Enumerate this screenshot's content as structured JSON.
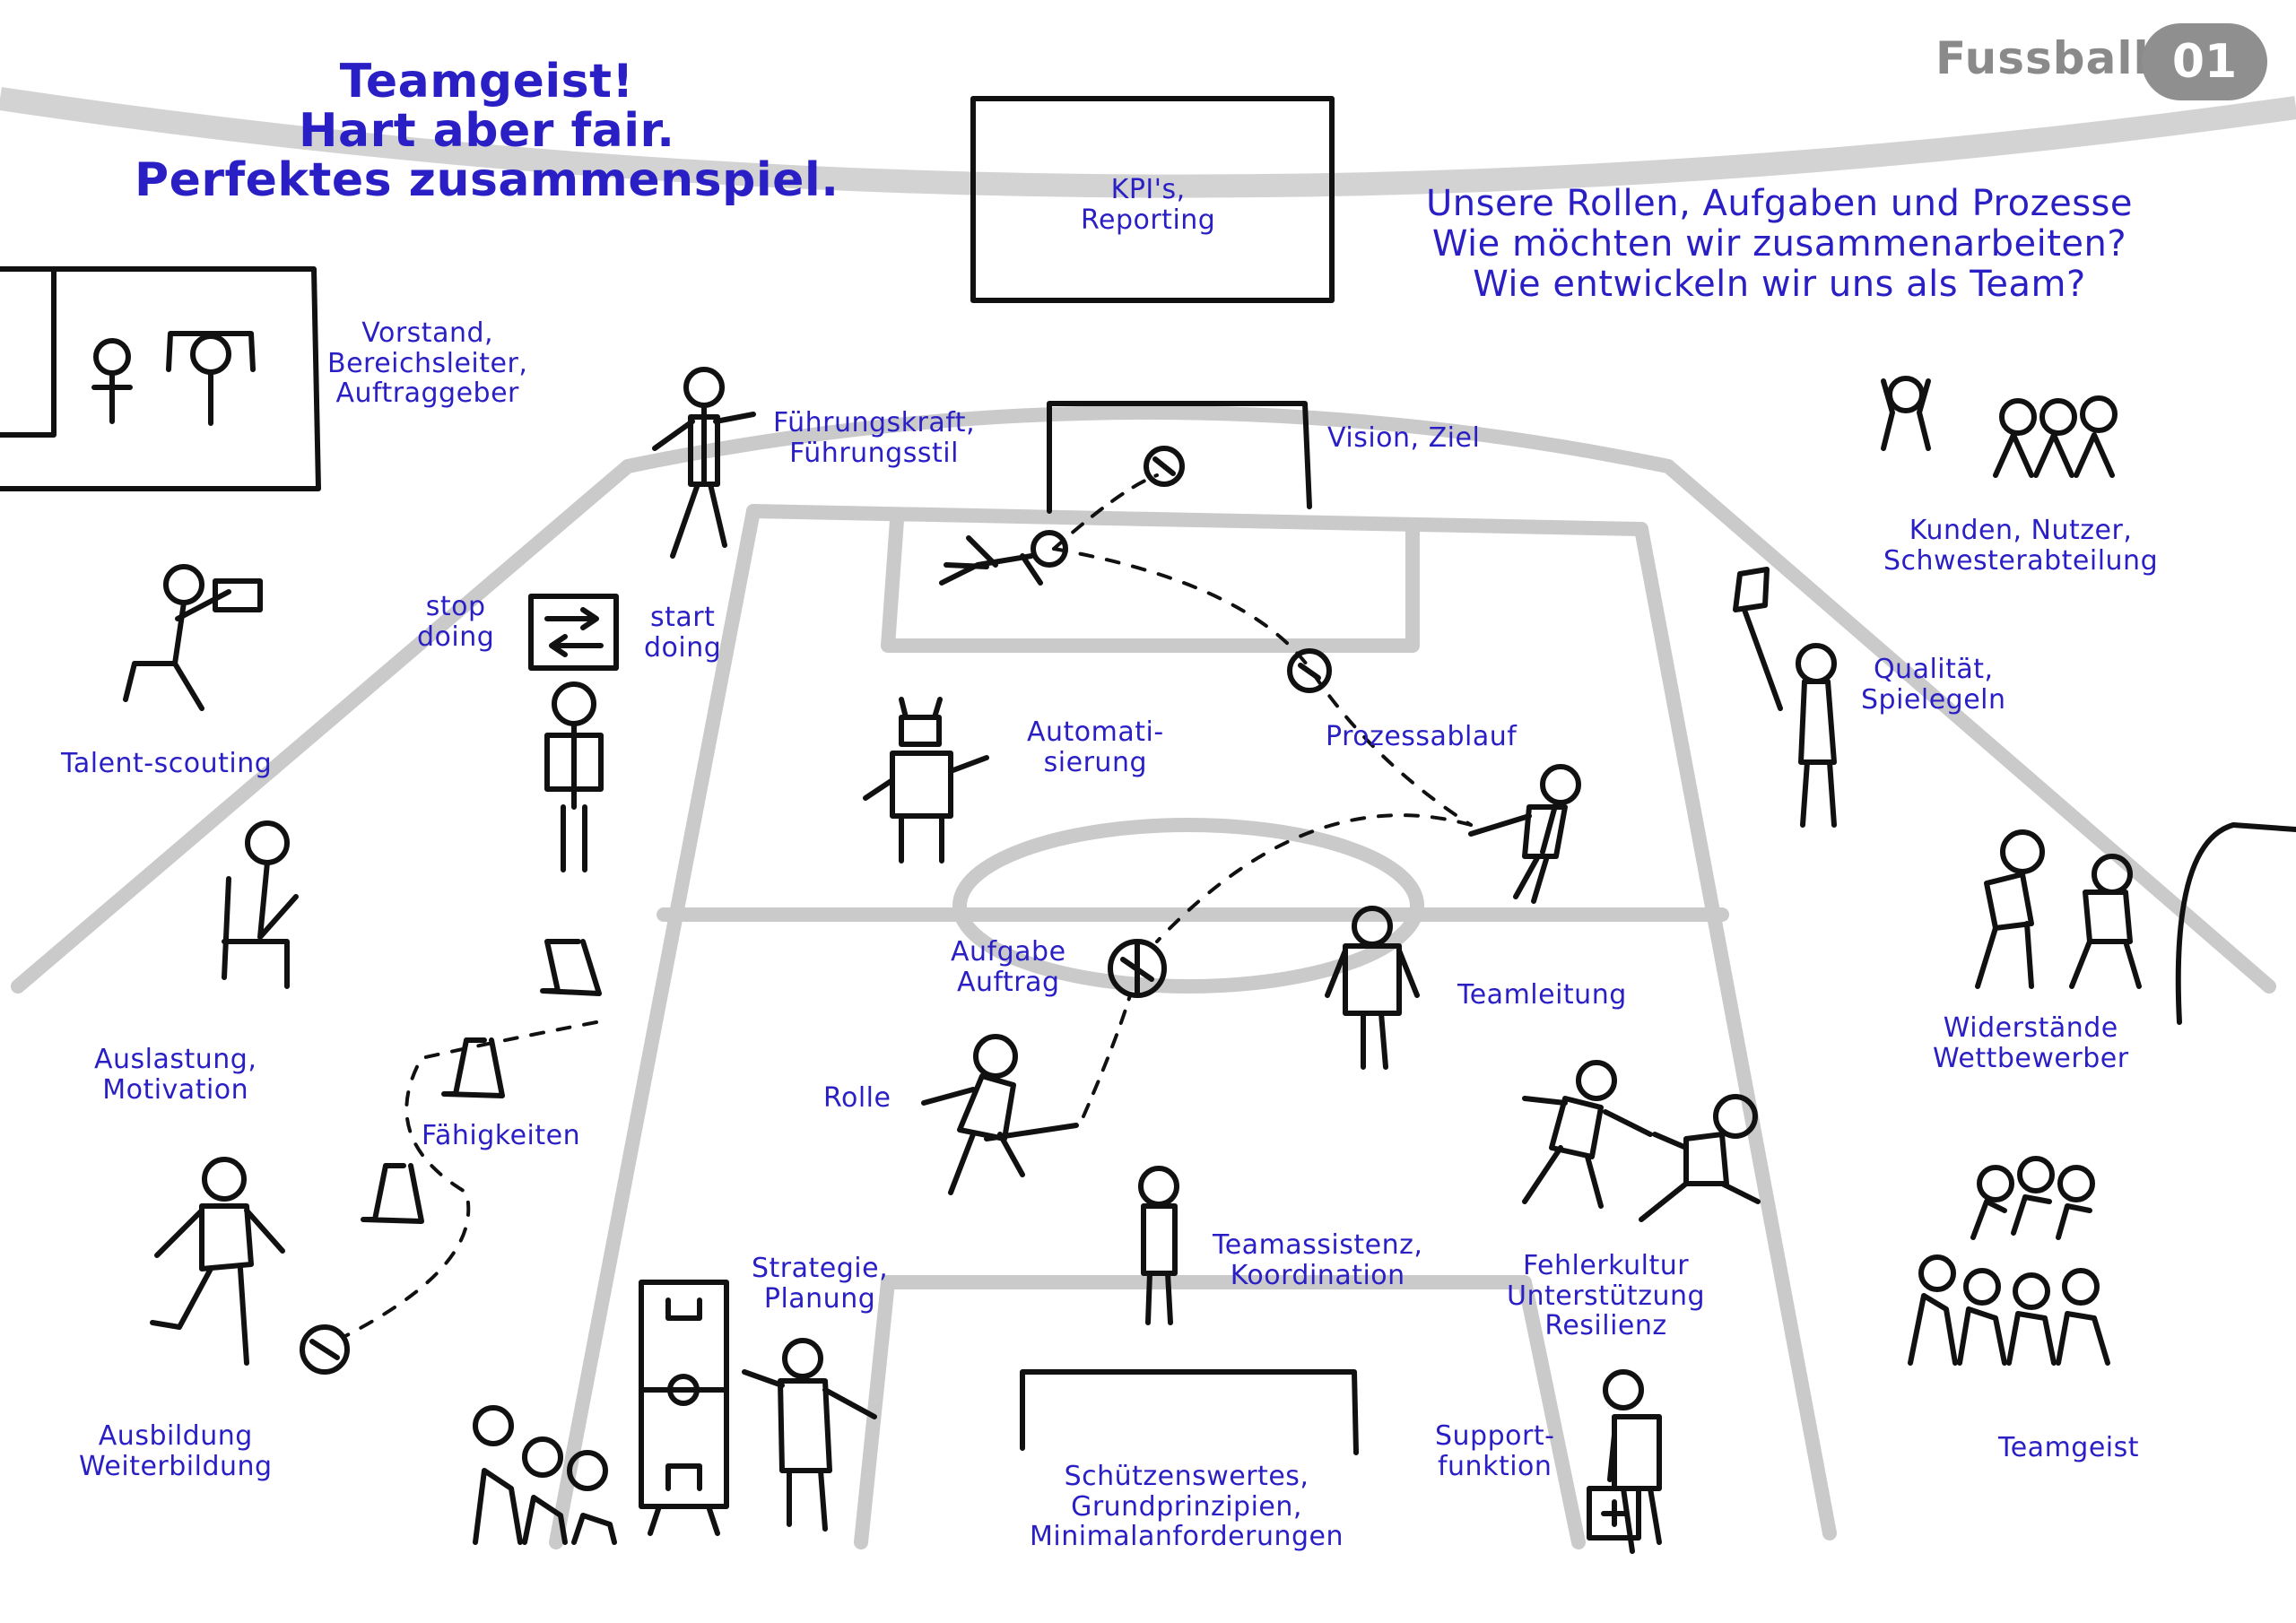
{
  "header": {
    "title": "Fussball",
    "number": "01",
    "slogan": [
      "Teamgeist!",
      "Hart aber fair.",
      "Perfektes zusammenspiel."
    ],
    "questions": [
      "Unsere Rollen, Aufgaben und Prozesse",
      "Wie möchten wir zusammenarbeiten?",
      "Wie entwickeln wir uns als Team?"
    ]
  },
  "labels": {
    "kpi": [
      "KPI's,",
      "Reporting"
    ],
    "vorstand": [
      "Vorstand,",
      "Bereichsleiter,",
      "Auftraggeber"
    ],
    "fuehrung": [
      "Führungskraft,",
      "Führungsstil"
    ],
    "vision": [
      "Vision, Ziel"
    ],
    "kunden": [
      "Kunden, Nutzer,",
      "Schwesterabteilung"
    ],
    "stop": [
      "stop",
      "doing"
    ],
    "start": [
      "start",
      "doing"
    ],
    "talent": [
      "Talent-scouting"
    ],
    "qualitaet": [
      "Qualität,",
      "Spielegeln"
    ],
    "automatisierung": [
      "Automati-",
      "sierung"
    ],
    "prozess": [
      "Prozessablauf"
    ],
    "aufgabe": [
      "Aufgabe",
      "Auftrag"
    ],
    "teamleitung": [
      "Teamleitung"
    ],
    "widerstaende": [
      "Widerstände",
      "Wettbewerber"
    ],
    "auslastung": [
      "Auslastung,",
      "Motivation"
    ],
    "rolle": [
      "Rolle"
    ],
    "faehigkeiten": [
      "Fähigkeiten"
    ],
    "teamassistenz": [
      "Teamassistenz,",
      "Koordination"
    ],
    "fehlerkultur": [
      "Fehlerkultur",
      "Unterstützung",
      "Resilienz"
    ],
    "strategie": [
      "Strategie,",
      "Planung"
    ],
    "ausbildung": [
      "Ausbildung",
      "Weiterbildung"
    ],
    "support": [
      "Support-",
      "funktion"
    ],
    "teamgeist": [
      "Teamgeist"
    ],
    "schuetzens": [
      "Schützenswertes,",
      "Grundprinzipien,",
      "Minimalanforderungen"
    ]
  },
  "colors": {
    "label_text": "#2a1fc4",
    "ink": "#111111",
    "pitch_lines": "#c8c8c8",
    "shadow": "#cfcfcf",
    "badge": "#8f8f8f"
  }
}
